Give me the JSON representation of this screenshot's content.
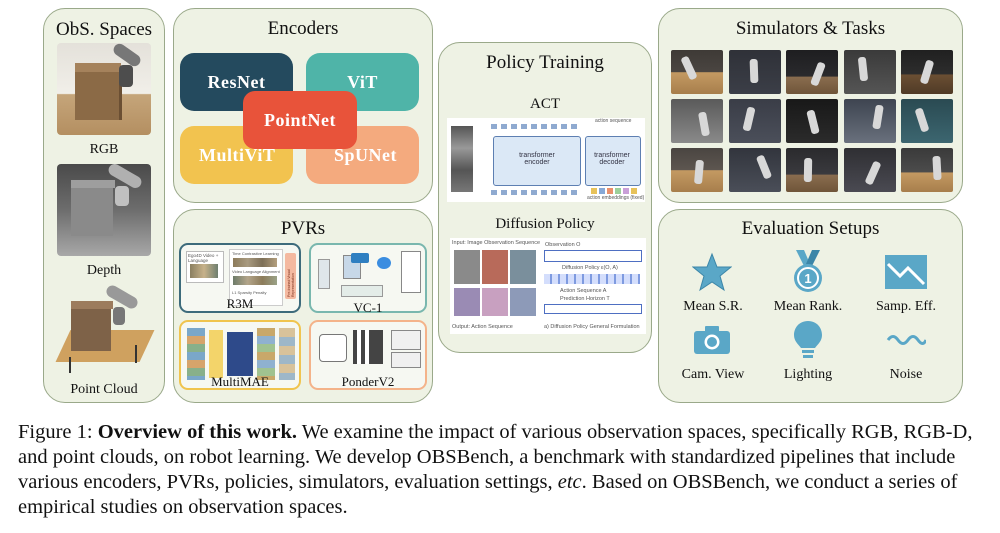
{
  "obs": {
    "title": "ObS. Spaces",
    "items": [
      {
        "label": "RGB"
      },
      {
        "label": "Depth"
      },
      {
        "label": "Point Cloud"
      }
    ]
  },
  "encoders": {
    "title": "Encoders",
    "items": [
      {
        "label": "ResNet",
        "color": "#244a5e"
      },
      {
        "label": "ViT",
        "color": "#4fb4a8"
      },
      {
        "label": "MultiViT",
        "color": "#f2c34f"
      },
      {
        "label": "SpUNet",
        "color": "#f4aa7e"
      },
      {
        "label": "PointNet",
        "color": "#e8533a"
      }
    ]
  },
  "pvrs": {
    "title": "PVRs",
    "items": [
      {
        "label": "R3M",
        "border": "#3d6b7b"
      },
      {
        "label": "VC-1",
        "border": "#79b7ae"
      },
      {
        "label": "MultiMAE",
        "border": "#f0c44e"
      },
      {
        "label": "PonderV2",
        "border": "#f4b38a"
      }
    ],
    "r3m_texts": [
      "Ego4D Video + Language",
      "Time Contrastive Learning",
      "Video Language Alignment",
      "L1 Sparsity Penalty"
    ],
    "r3m_side": "Pre-trained Visual Representation"
  },
  "policy": {
    "title": "Policy Training",
    "act_label": "ACT",
    "act_encoder": "transformer encoder",
    "act_decoder": "transformer decoder",
    "act_top": "action sequence",
    "act_bottom": "action embeddings (fixed)",
    "diff_label": "Diffusion Policy",
    "diff_input": "Input: Image Observation Sequence",
    "diff_output": "Output:  Action Sequence",
    "diff_formulation": "a) Diffusion Policy General Formulation",
    "diff_obs": "Observation O",
    "diff_policy": "Diffusion Policy ε(O, A)",
    "diff_action": "Action Sequence A",
    "diff_horizon": "Prediction Horizon T"
  },
  "sims": {
    "title": "Simulators & Tasks"
  },
  "eval": {
    "title": "Evaluation Setups",
    "items": [
      {
        "label": "Mean S.R.",
        "icon": "star-icon"
      },
      {
        "label": "Mean Rank.",
        "icon": "medal-icon"
      },
      {
        "label": "Samp. Eff.",
        "icon": "trend-chart-icon"
      },
      {
        "label": "Cam. View",
        "icon": "camera-icon"
      },
      {
        "label": "Lighting",
        "icon": "lightbulb-icon"
      },
      {
        "label": "Noise",
        "icon": "wave-icon"
      }
    ],
    "icon_color": "#5aa7c7"
  },
  "caption": {
    "prefix": "Figure 1: ",
    "bold": "Overview of this work.",
    "text1": " We examine the impact of various observation spaces, specifically RGB, RGB-D, and point clouds, on robot learning.  We develop OBSBench, a benchmark with standardized pipelines that include various encoders, PVRs, policies, simulators, evaluation settings, ",
    "etc": "etc",
    "text2": ". Based on OBSBench, we conduct a series of empirical studies on observation spaces."
  }
}
